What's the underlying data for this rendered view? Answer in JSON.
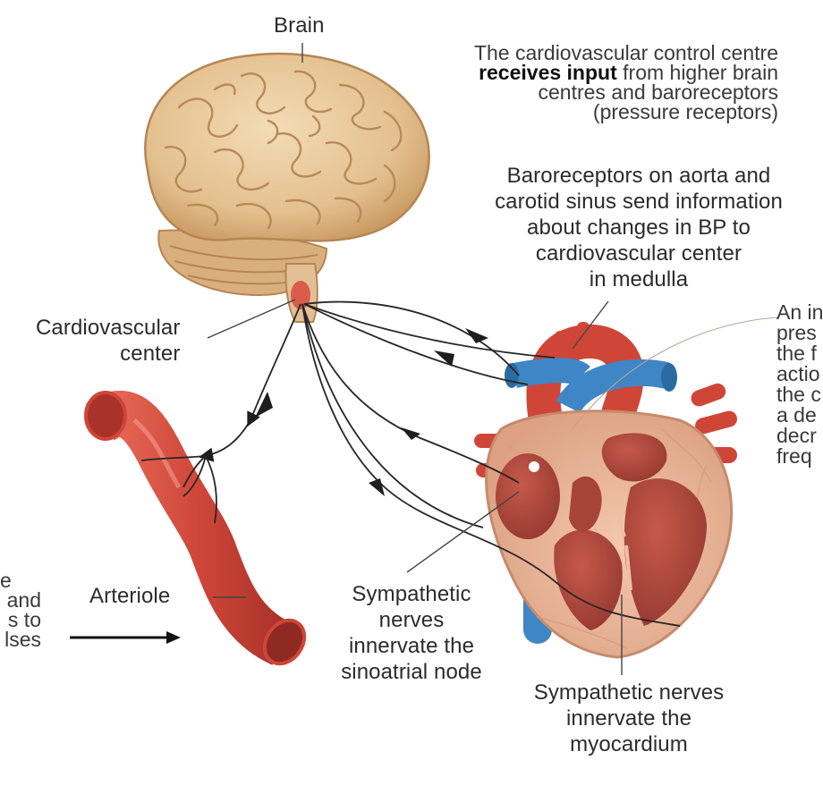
{
  "labels": {
    "brain": "Brain",
    "cardio_center": [
      "Cardiovascular",
      "center"
    ],
    "arteriole": "Arteriole",
    "sympathetic_sa": [
      "Sympathetic",
      "nerves",
      "innervate the",
      "sinoatrial node"
    ],
    "sympathetic_myo": [
      "Sympathetic nerves",
      "innervate the",
      "myocardium"
    ],
    "baroreceptors_info": [
      "Baroreceptors on aorta and",
      "carotid sinus send information",
      "about changes in BP to",
      "cardiovascular center",
      "in medulla"
    ]
  },
  "notes": {
    "control_centre": {
      "line1": "The cardiovascular control centre",
      "line2_bold": "receives input",
      "line2_rest": " from higher brain",
      "line3": "centres and baroreceptors",
      "line4": "(pressure receptors)"
    },
    "right_cut": [
      "An in",
      "pres",
      "the f",
      "actio",
      "the c",
      "a de",
      "decr",
      "freq"
    ],
    "left_cut": [
      "e",
      "and",
      "s to",
      "lses"
    ]
  },
  "colors": {
    "brain": "#e8c79a",
    "artery_red": "#cf4638",
    "vein_blue": "#3f86c6",
    "heart_muscle": "#e9b59a",
    "chamber": "#b0493d",
    "nerve": "#2a2a2a"
  }
}
